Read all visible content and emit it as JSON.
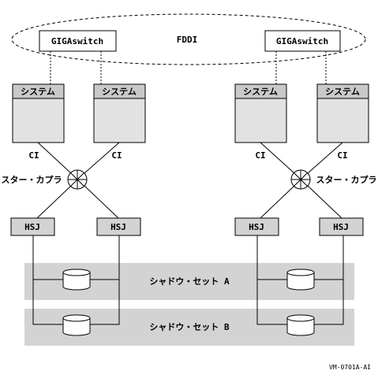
{
  "network": {
    "ring_label": "FDDI"
  },
  "switches": [
    {
      "label": "GIGAswitch"
    },
    {
      "label": "GIGAswitch"
    }
  ],
  "systems": [
    {
      "label": "システム"
    },
    {
      "label": "システム"
    },
    {
      "label": "システム"
    },
    {
      "label": "システム"
    }
  ],
  "ci_labels": [
    "CI",
    "CI",
    "CI",
    "CI"
  ],
  "star_couplers": [
    {
      "label": "スター・カプラ"
    },
    {
      "label": "スター・カプラ"
    }
  ],
  "controllers": [
    {
      "label": "HSJ"
    },
    {
      "label": "HSJ"
    },
    {
      "label": "HSJ"
    },
    {
      "label": "HSJ"
    }
  ],
  "shadow_sets": [
    {
      "label": "シャドウ・セット A"
    },
    {
      "label": "シャドウ・セット B"
    }
  ],
  "figure_id": "VM-0701A-AI",
  "colors": {
    "system_fill": "#e2e2e2",
    "header_fill": "#c9c9c9",
    "band_fill": "#d3d3d3",
    "line": "#000000"
  }
}
